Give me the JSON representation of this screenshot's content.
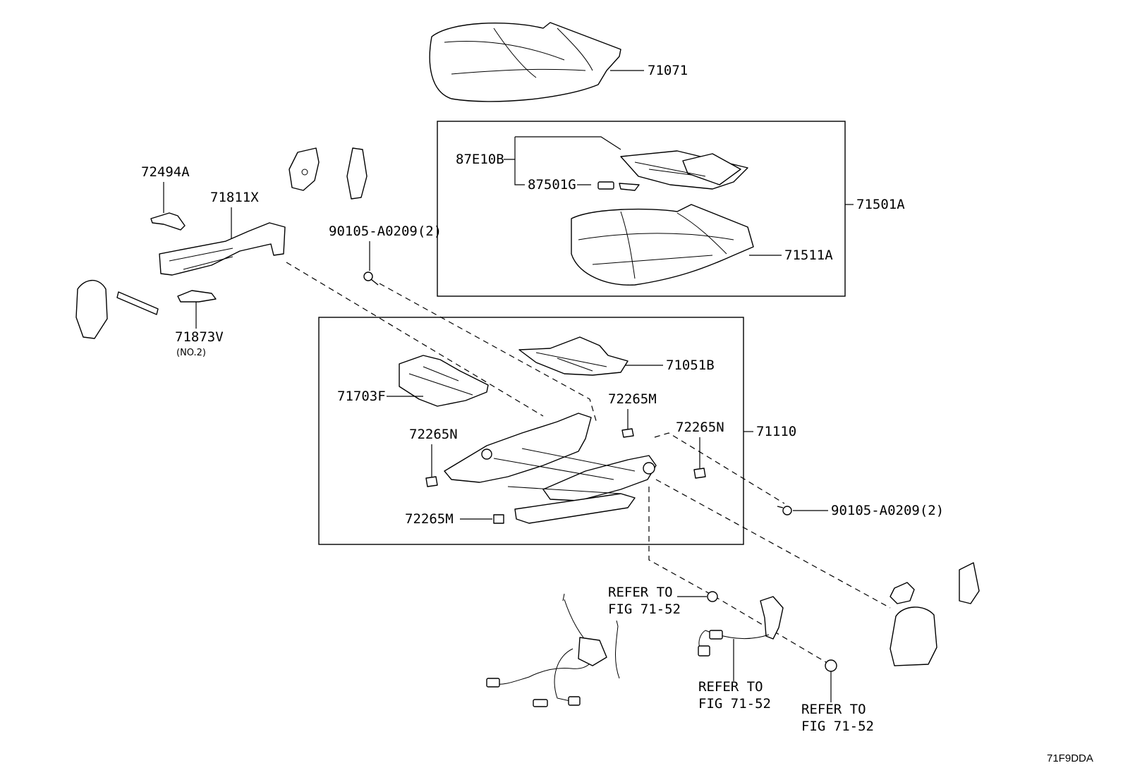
{
  "labels": {
    "p71071": "71071",
    "p87E10B": "87E10B",
    "p87501G": "87501G",
    "p71501A": "71501A",
    "p71511A": "71511A",
    "p72494A": "72494A",
    "p71811X": "71811X",
    "p90105_top": "90105-A0209(2)",
    "p71873V": "71873V",
    "p71873V_note": "(NO.2)",
    "p71051B": "71051B",
    "p71703F": "71703F",
    "p72265M_top": "72265M",
    "p72265N_left": "72265N",
    "p72265N_right": "72265N",
    "p71110": "71110",
    "p72265M_bottom": "72265M",
    "p90105_right": "90105-A0209(2)",
    "refer1_line1": "REFER TO",
    "refer1_line2": "FIG 71-52",
    "refer2_line1": "REFER TO",
    "refer2_line2": "FIG 71-52",
    "refer3_line1": "REFER TO",
    "refer3_line2": "FIG 71-52"
  },
  "diagram_code": "71F9DDA"
}
